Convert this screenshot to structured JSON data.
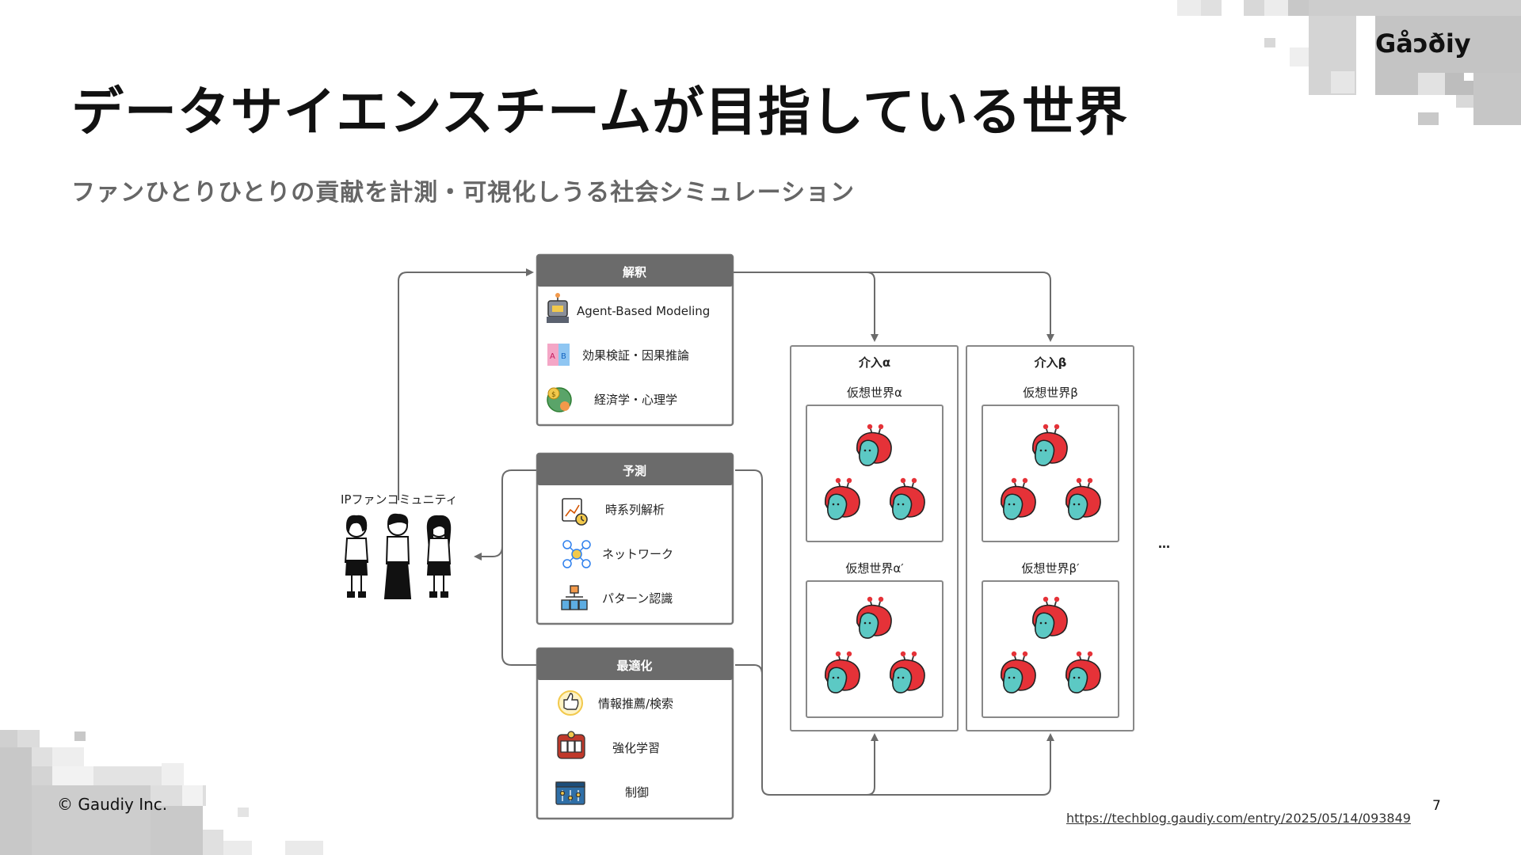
{
  "brand": {
    "logo_text": "Gåɔðiy"
  },
  "title": "データサイエンスチームが目指している世界",
  "subtitle": "ファンひとりひとりの貢献を計測・可視化しうる社会シミュレーション",
  "diagram": {
    "community_label": "IPファンコミュニティ",
    "boxes": [
      {
        "title": "解釈",
        "items": [
          "Agent-Based Modeling",
          "効果検証・因果推論",
          "経済学・心理学"
        ]
      },
      {
        "title": "予測",
        "items": [
          "時系列解析",
          "ネットワーク",
          "パターン認識"
        ]
      },
      {
        "title": "最適化",
        "items": [
          "情報推薦/検索",
          "強化学習",
          "制御"
        ]
      }
    ],
    "interventions": [
      {
        "title": "介入α",
        "world_top": "仮想世界α",
        "world_bottom": "仮想世界α′"
      },
      {
        "title": "介入β",
        "world_top": "仮想世界β",
        "world_bottom": "仮想世界β′"
      }
    ],
    "ellipsis": "…",
    "colors": {
      "header": "#6b6b6b",
      "border": "#777777",
      "arrow": "#6b6b6b",
      "agent_body": "#e53238",
      "agent_face": "#5cc9c4"
    }
  },
  "footer": {
    "copyright": "© Gaudiy Inc.",
    "source_link": "https://techblog.gaudiy.com/entry/2025/05/14/093849",
    "page_number": "7"
  }
}
